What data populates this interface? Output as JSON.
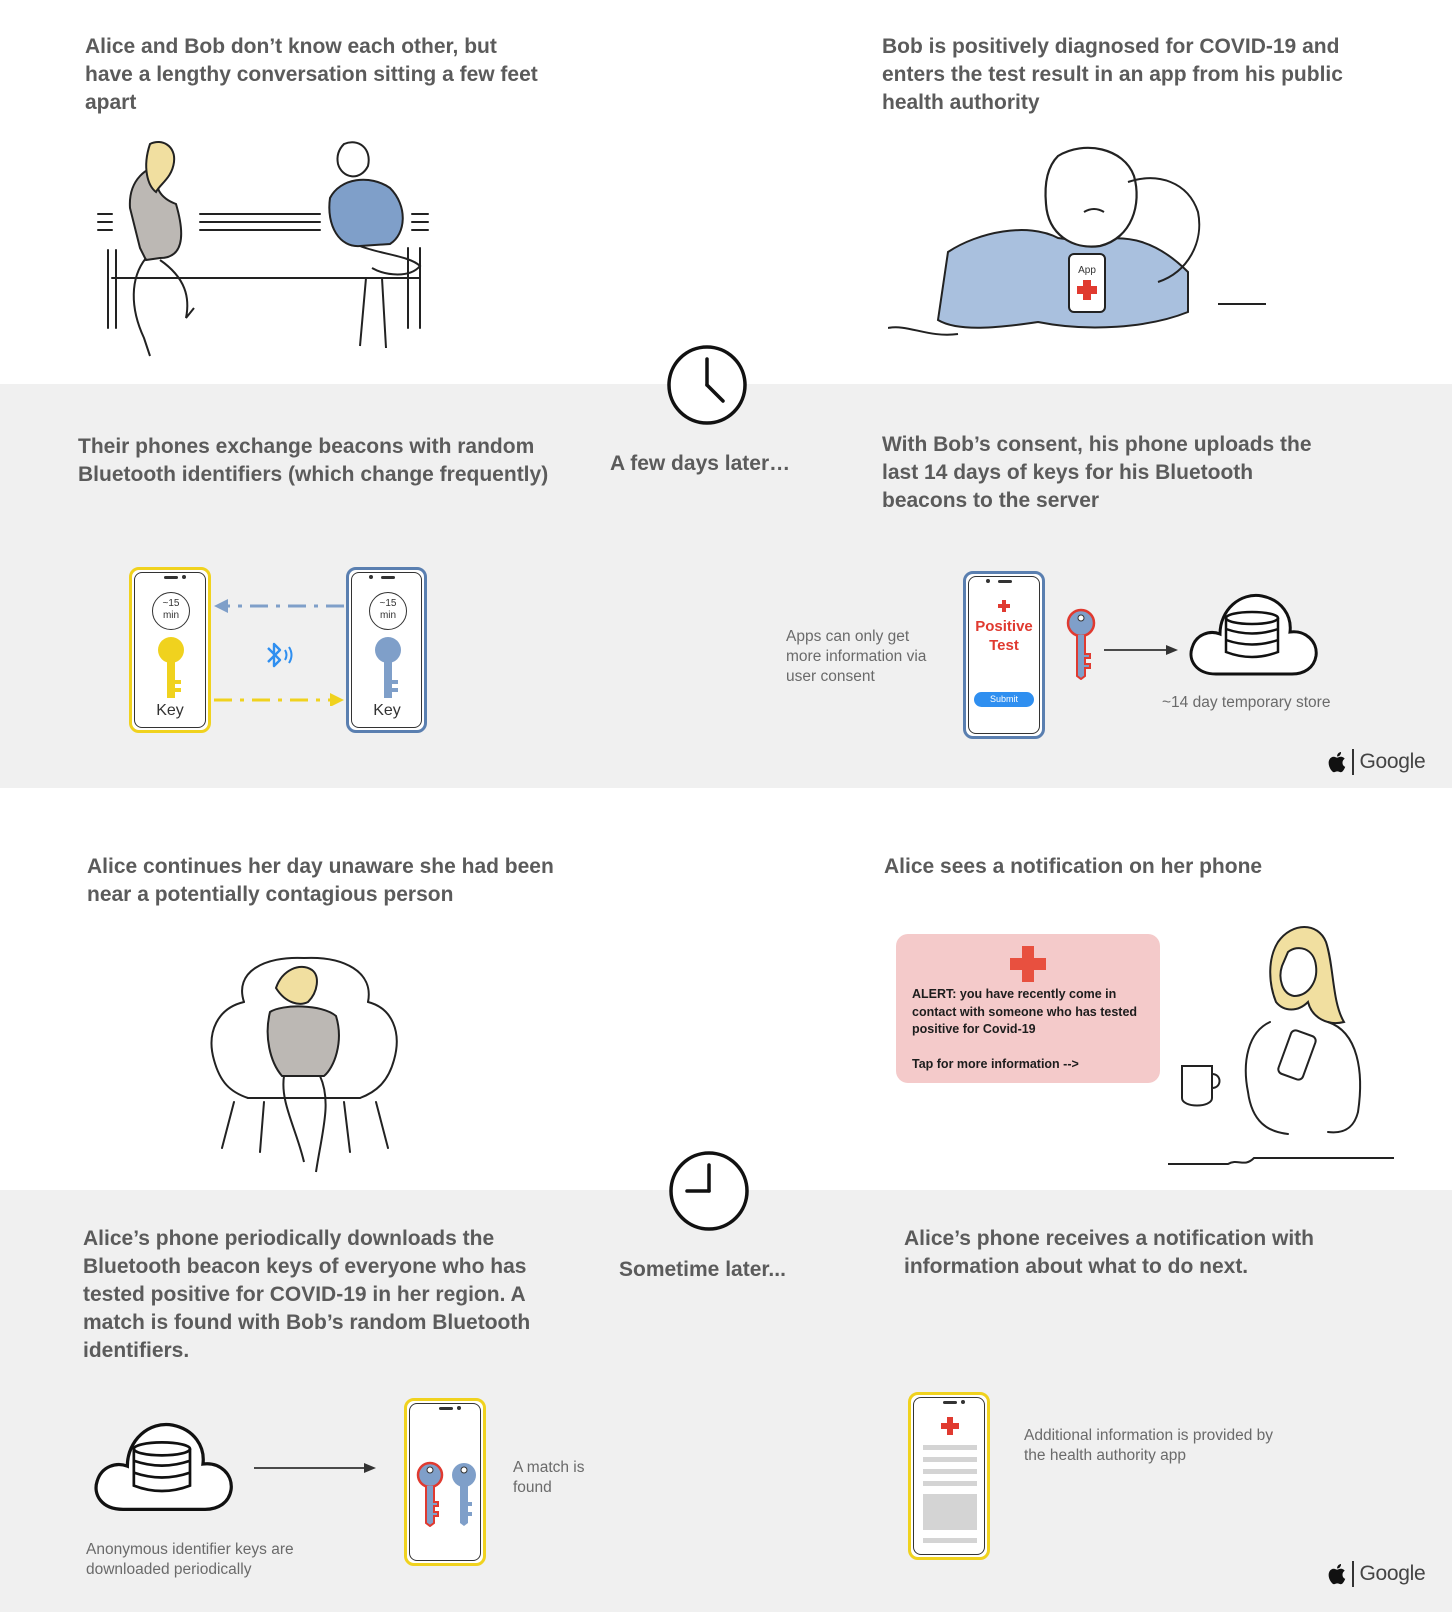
{
  "captions": {
    "p1": "Alice and Bob don’t know each other, but have a lengthy conversation sitting a few feet apart",
    "p2": "Bob is positively diagnosed for COVID-19 and enters the test result in an app from his public health authority",
    "p3": "Their phones exchange beacons with random Bluetooth identifiers (which change frequently)",
    "p4": "With Bob’s consent, his phone uploads the last 14 days of keys for his Bluetooth beacons to the server",
    "p5": "Alice continues her day unaware she had been near a potentially contagious person",
    "p6": "Alice sees a notification on her phone",
    "p7": "Alice’s phone periodically downloads the Bluetooth beacon keys of everyone who has tested positive for COVID-19 in her region. A match is found with Bob’s random Bluetooth identifiers.",
    "p8": "Alice’s phone receives a notification with information about what to do next."
  },
  "transitions": {
    "first": "A few days later…",
    "second": "Sometime later..."
  },
  "phones": {
    "min_label_top": "~15",
    "min_label_bottom": "min",
    "key_label": "Key",
    "app_label": "App",
    "positive_line1": "Positive",
    "positive_line2": "Test",
    "submit_label": "Submit"
  },
  "notes": {
    "consent": "Apps can only get more information via user consent",
    "store": "~14 day temporary store",
    "downloaded": "Anonymous identifier keys are downloaded periodically",
    "match": "A match is found",
    "additional": "Additional information is provided by the health authority app"
  },
  "notification": {
    "text": "ALERT:  you have recently come in contact with someone who has tested positive for Covid-19\n\nTap for more information -->"
  },
  "brand": {
    "google_text": "Google"
  },
  "colors": {
    "alice_yellow": "#f0d21e",
    "bob_blue": "#7f9fc9",
    "red": "#e03a30",
    "band_gray": "#f0f0f0",
    "notification_pink": "#f4caca",
    "submit_blue": "#2f8ff0"
  },
  "icons": [
    "clock-icon",
    "bluetooth-icon",
    "key-icon",
    "cloud-database-icon",
    "apple-logo",
    "red-cross-icon"
  ]
}
